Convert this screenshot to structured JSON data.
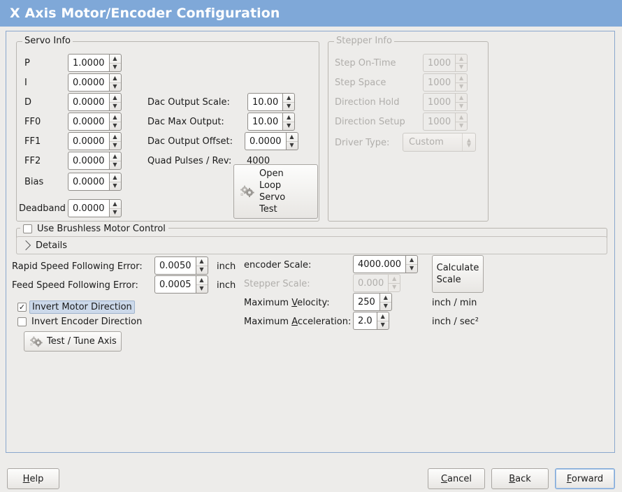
{
  "window": {
    "title": "X Axis Motor/Encoder Configuration",
    "title_bar_color": "#7fa8d8",
    "background_color": "#edecea",
    "content_border_color": "#8aa7cd"
  },
  "servo_info": {
    "legend": "Servo Info",
    "rows": [
      {
        "label": "P",
        "value": "1.0000"
      },
      {
        "label": "I",
        "value": "0.0000"
      },
      {
        "label": "D",
        "value": "0.0000"
      },
      {
        "label": "FF0",
        "value": "0.0000"
      },
      {
        "label": "FF1",
        "value": "0.0000"
      },
      {
        "label": "FF2",
        "value": "0.0000"
      },
      {
        "label": "Bias",
        "value": "0.0000"
      },
      {
        "label": "Deadband",
        "value": "0.0000"
      }
    ],
    "dac": [
      {
        "label": "Dac Output Scale:",
        "value": "10.00"
      },
      {
        "label": "Dac Max Output:",
        "value": "10.00"
      },
      {
        "label": "Dac Output Offset:",
        "value": "0.0000"
      }
    ],
    "quad_pulses_label": "Quad Pulses / Rev:",
    "quad_pulses_value": "4000",
    "open_loop_button": {
      "icon": "gears-icon",
      "lines": [
        "Open",
        "Loop",
        "Servo",
        "Test"
      ]
    }
  },
  "stepper_info": {
    "legend": "Stepper Info",
    "enabled": false,
    "rows": [
      {
        "label": "Step On-Time",
        "value": "1000"
      },
      {
        "label": "Step Space",
        "value": "1000"
      },
      {
        "label": "Direction Hold",
        "value": "1000"
      },
      {
        "label": "Direction Setup",
        "value": "1000"
      }
    ],
    "driver_type_label": "Driver Type:",
    "driver_type_value": "Custom"
  },
  "brushless": {
    "checkbox_label": "Use Brushless Motor Control",
    "checked": false,
    "details_label": "Details",
    "details_expanded": false
  },
  "tuning": {
    "rapid_error_label": "Rapid Speed Following Error:",
    "rapid_error_value": "0.0050",
    "rapid_error_unit": "inch",
    "feed_error_label": "Feed Speed Following Error:",
    "feed_error_value": "0.0005",
    "feed_error_unit": "inch",
    "invert_motor_label": "Invert Motor Direction",
    "invert_motor_checked": true,
    "invert_encoder_label": "Invert Encoder Direction",
    "invert_encoder_checked": false,
    "test_tune_button": "Test / Tune Axis",
    "test_tune_icon": "gears-icon"
  },
  "scales": {
    "encoder_scale_label": "encoder Scale:",
    "encoder_scale_value": "4000.000",
    "stepper_scale_label": "Stepper Scale:",
    "stepper_scale_value": "0.000",
    "stepper_scale_enabled": false,
    "calculate_button_lines": [
      "Calculate",
      "Scale"
    ],
    "max_velocity_label_pre": "Maximum ",
    "max_velocity_label_mnemonic": "V",
    "max_velocity_label_post": "elocity:",
    "max_velocity_value": "250",
    "max_velocity_unit": "inch / min",
    "max_accel_label_pre": "Maximum ",
    "max_accel_label_mnemonic": "A",
    "max_accel_label_post": "cceleration:",
    "max_accel_value": "2.0",
    "max_accel_unit": "inch / sec²"
  },
  "footer": {
    "help": {
      "pre": "",
      "mnemonic": "H",
      "post": "elp"
    },
    "cancel": {
      "pre": "",
      "mnemonic": "C",
      "post": "ancel"
    },
    "back": {
      "pre": "",
      "mnemonic": "B",
      "post": "ack"
    },
    "forward": {
      "pre": "",
      "mnemonic": "F",
      "post": "orward",
      "focused": true
    }
  }
}
